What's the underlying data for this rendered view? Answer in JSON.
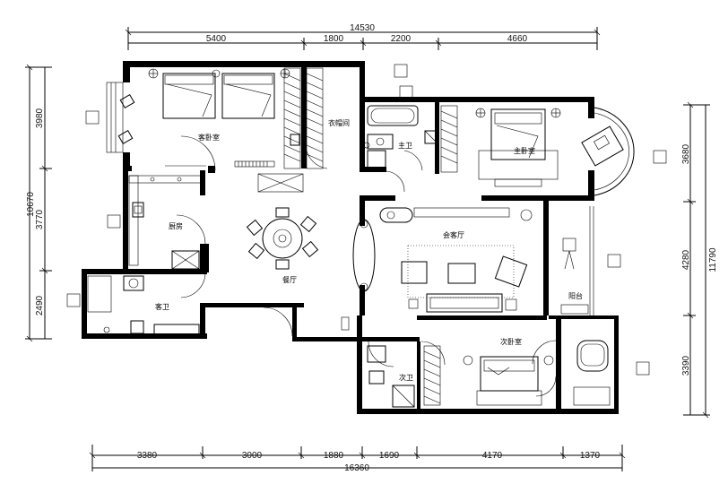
{
  "dimensions": {
    "top_total": "14530",
    "top_segments": [
      "5400",
      "1800",
      "2200",
      "4660"
    ],
    "bottom_segments": [
      "3380",
      "3000",
      "1880",
      "1690",
      "4170",
      "1370"
    ],
    "bottom_total": "16360",
    "left_total": "10670",
    "left_segments": [
      "3980",
      "3770",
      "2490"
    ],
    "right_total": "11790",
    "right_segments": [
      "3680",
      "4280",
      "3390"
    ]
  },
  "rooms": {
    "guest_bedroom": "客卧室",
    "cloakroom": "衣帽间",
    "master_bath": "主卫",
    "master_bedroom": "主卧室",
    "kitchen": "厨房",
    "living_room": "会客厅",
    "dining_room": "餐厅",
    "guest_bath": "客卫",
    "balcony": "阳台",
    "second_bedroom": "次卧室",
    "second_bath": "次卫"
  }
}
